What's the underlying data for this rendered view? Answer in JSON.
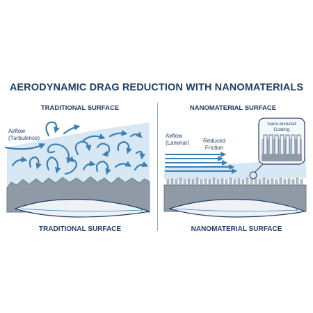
{
  "title": "AERODYNAMIC DRAG REDUCTION WITH NANOMATERIALS",
  "left": {
    "heading": "TRADITIONAL SURFACE",
    "airflow_label": "Airflow\n(Turbulence)",
    "caption": "TRADITIONAL SURFACE"
  },
  "right": {
    "heading": "NANOMATERIAL SURFACE",
    "airflow_label": "Airflow\n(Laminar)",
    "friction_label": "Reduced\nFriction",
    "coating_label": "Nano-textured\nCoating",
    "caption": "NANOMATERIAL SURFACE"
  },
  "colors": {
    "ink": "#1f3f66",
    "arrow": "#3a7fb6",
    "air": "#d7e8f4",
    "surface": "#8f9aa6",
    "surface_dark": "#6f7b88"
  }
}
